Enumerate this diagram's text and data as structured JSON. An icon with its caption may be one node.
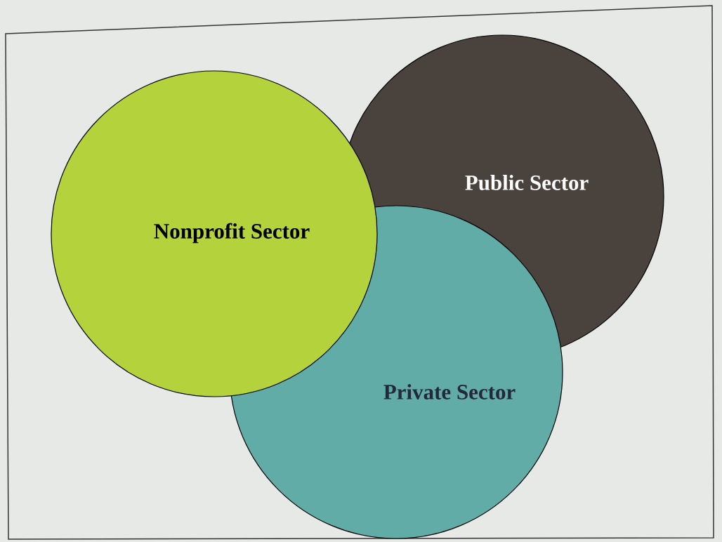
{
  "diagram": {
    "nodes": [
      {
        "text": [
          "Nonprofit Sector"
        ]
      },
      {
        "text": [
          "Public Sector"
        ]
      },
      {
        "text": [
          "Private Sector"
        ]
      }
    ]
  }
}
